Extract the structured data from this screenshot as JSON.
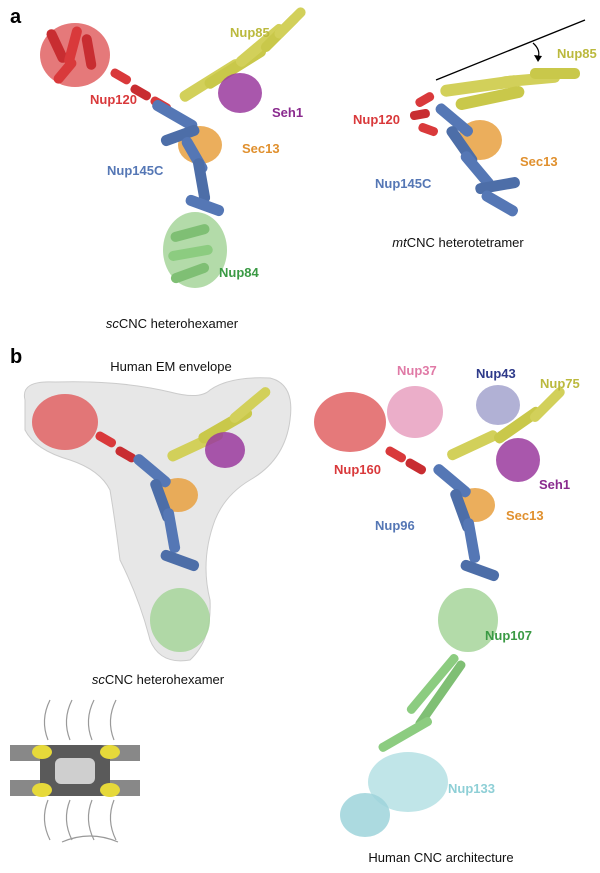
{
  "panel_a": {
    "letter": "a",
    "sc_caption": {
      "italic": "sc",
      "rest": "CNC heterohexamer"
    },
    "mt_caption": {
      "italic": "mt",
      "rest": "CNC heterotetramer"
    },
    "sc_labels": {
      "nup120": "Nup120",
      "nup85": "Nup85",
      "seh1": "Seh1",
      "sec13": "Sec13",
      "nup145c": "Nup145C",
      "nup84": "Nup84"
    },
    "mt_labels": {
      "nup120": "Nup120",
      "nup85": "Nup85",
      "sec13": "Sec13",
      "nup145c": "Nup145C"
    }
  },
  "panel_b": {
    "letter": "b",
    "envelope_title": "Human EM envelope",
    "sc_caption": {
      "italic": "sc",
      "rest": "CNC heterohexamer"
    },
    "human_caption": "Human CNC architecture",
    "human_labels": {
      "nup37": "Nup37",
      "nup43": "Nup43",
      "nup75": "Nup75",
      "nup160": "Nup160",
      "seh1": "Seh1",
      "sec13": "Sec13",
      "nup96": "Nup96",
      "nup107": "Nup107",
      "nup133": "Nup133"
    }
  },
  "colors": {
    "nup120_red": "#d9393b",
    "nup85_yellow": "#c9c84a",
    "seh1_purple": "#8a2a8e",
    "sec13_orange": "#e0902e",
    "nup145c_blue": "#5577b5",
    "nup84_green": "#3a9a44",
    "nup37_pink": "#e07aa6",
    "nup43_navy": "#2e3a8a",
    "nup133_cyan": "#8ecfd6",
    "envelope_gray": "#e5e5e5"
  }
}
